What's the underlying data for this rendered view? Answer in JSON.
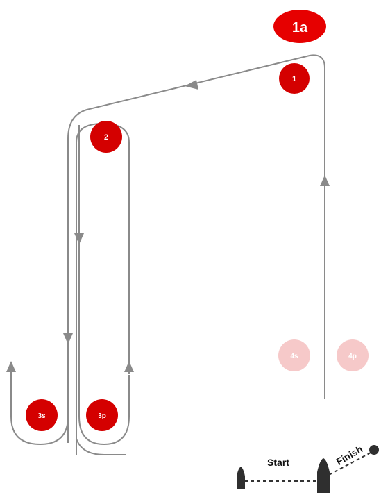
{
  "diagram": {
    "course_badge": "1a",
    "marks": [
      {
        "id": "1",
        "label": "1",
        "style": "active"
      },
      {
        "id": "2",
        "label": "2",
        "style": "active"
      },
      {
        "id": "3s",
        "label": "3s",
        "style": "active"
      },
      {
        "id": "3p",
        "label": "3p",
        "style": "active"
      },
      {
        "id": "4s",
        "label": "4s",
        "style": "faded"
      },
      {
        "id": "4p",
        "label": "4p",
        "style": "faded"
      }
    ],
    "start_label": "Start",
    "finish_label": "Finish"
  },
  "colors": {
    "mark_active": "#d40000",
    "mark_faded": "#f6c9c9",
    "course_line": "#8a8a8a",
    "boat": "#2f2f2f",
    "badge": "#e60000"
  }
}
